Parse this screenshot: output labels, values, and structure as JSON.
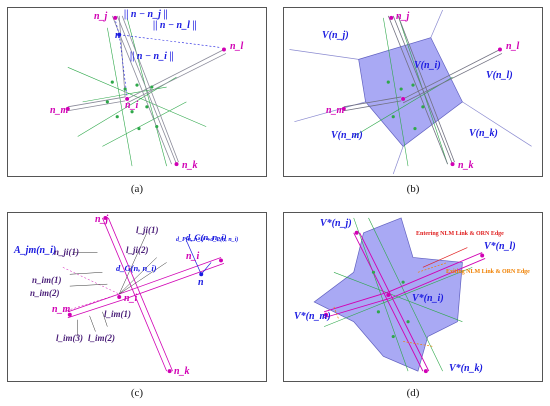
{
  "panels": {
    "a": {
      "caption": "(a)",
      "labels": {
        "nj": "n_j",
        "nl": "n_l",
        "nm": "n_m",
        "ni": "n_i",
        "nk": "n_k",
        "n": "n",
        "dist_nj": "|| n − n_j ||",
        "dist_nl": "|| n − n_l ||",
        "dist_ni": "|| n − n_i ||"
      }
    },
    "b": {
      "caption": "(b)",
      "labels": {
        "nj": "n_j",
        "nl": "n_l",
        "nm": "n_m",
        "nk": "n_k",
        "v_nj": "V(n_j)",
        "v_ni": "V(n_i)",
        "v_nl": "V(n_l)",
        "v_nm": "V(n_m)",
        "v_nk": "V(n_k)"
      }
    },
    "c": {
      "caption": "(c)",
      "labels": {
        "nj": "n_j",
        "ni": "n_i",
        "ni_right": "n_i",
        "nm": "n_m",
        "nk": "n_k",
        "n": "n",
        "a_jm": "A_jm(n_i)",
        "n_ji1": "n_ji(1)",
        "l_ji1": "l_ji(1)",
        "l_ji2": "l_ji(2)",
        "n_im1": "n_im(1)",
        "n_im2": "n_im(2)",
        "l_im1": "l_im(1)",
        "l_im2": "l_im(2)",
        "l_im3": "l_im(3)",
        "dg": "d_G(n, n_i)",
        "dg2": "d_G(n, n_i)",
        "dp": "d_P(n, n_i) = d_P(n, n_i)"
      }
    },
    "d": {
      "caption": "(d)",
      "labels": {
        "vs_nj": "V*(n_j)",
        "vs_nl": "V*(n_l)",
        "vs_ni": "V*(n_i)",
        "vs_nm": "V*(n_m)",
        "vs_nk": "V*(n_k)",
        "edge_red": "Entering NLM Link & ORN Edge",
        "edge_orange": "Exiting NLM Link & ORN Edge"
      }
    }
  },
  "colors": {
    "magenta": "#d100b4",
    "blue_label": "#1a1ae0",
    "voronoi_fill": "#8c8cf0",
    "green_line": "#2ea84a",
    "road_line": "#9090a0",
    "red_text": "#e02020",
    "orange_text": "#f08000"
  }
}
